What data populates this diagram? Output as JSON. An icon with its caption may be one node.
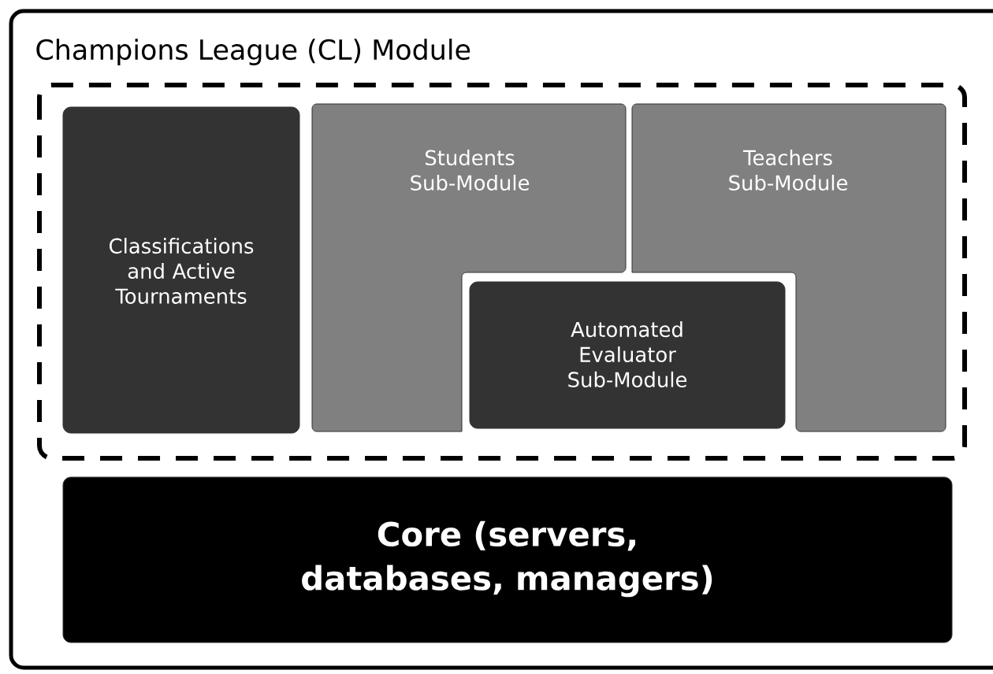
{
  "diagram": {
    "nodes": [
      {
        "text": [
          "Champions League (CL) Module"
        ]
      },
      {
        "text": [],
        "shape": "box",
        "in": 0
      },
      {
        "text": [
          "Classifications and Active Tournaments"
        ],
        "in": 1
      },
      {
        "text": [
          "Students Sub-Module"
        ],
        "in": 1
      },
      {
        "text": [
          "Teachers Sub-Module"
        ],
        "in": 1
      },
      {
        "text": [
          "Automated Evaluator Sub-Module"
        ],
        "in": 1
      },
      {
        "text": [
          "Core (servers, databases, managers)"
        ],
        "in": 0
      }
    ]
  }
}
